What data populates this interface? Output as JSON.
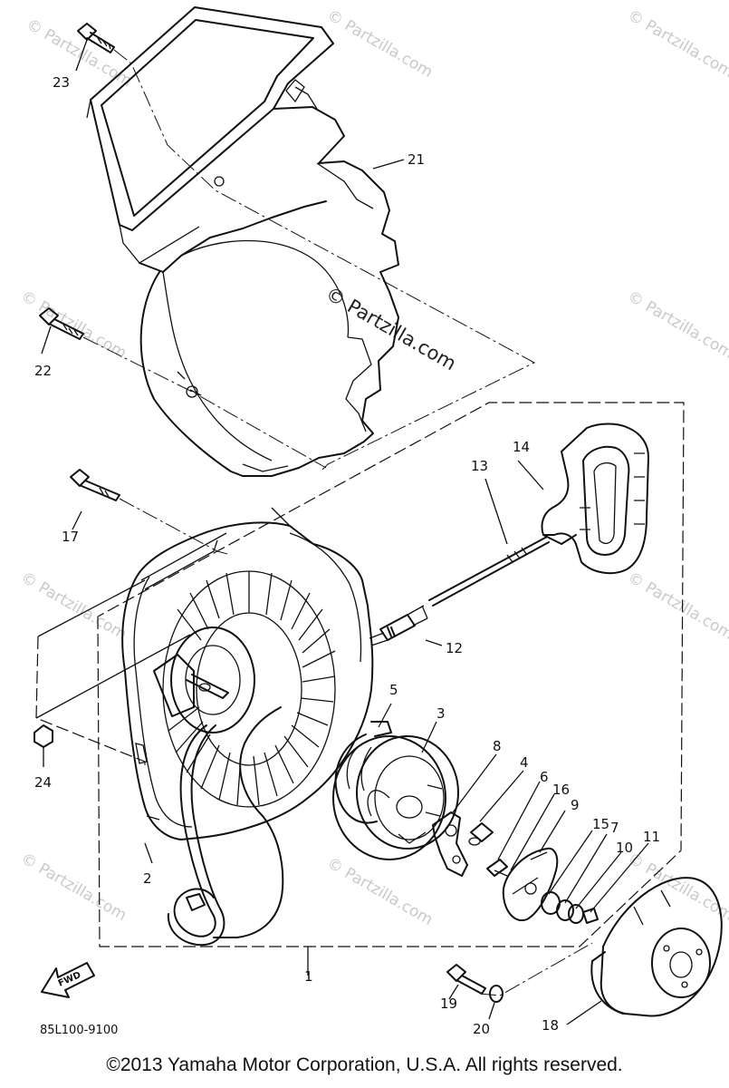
{
  "watermark": {
    "corner_text": "© Partzilla.com",
    "center_text": "© Partzilla.com"
  },
  "diagram": {
    "code": "85L100-9100",
    "fwd_label": "FWD",
    "callouts": [
      "23",
      "21",
      "22",
      "17",
      "14",
      "13",
      "12",
      "5",
      "3",
      "8",
      "4",
      "6",
      "16",
      "9",
      "15",
      "7",
      "10",
      "11",
      "24",
      "2",
      "1",
      "18",
      "19",
      "20"
    ]
  },
  "footer": {
    "copyright": "©2013  Yamaha Motor Corporation, U.S.A. All rights reserved."
  }
}
